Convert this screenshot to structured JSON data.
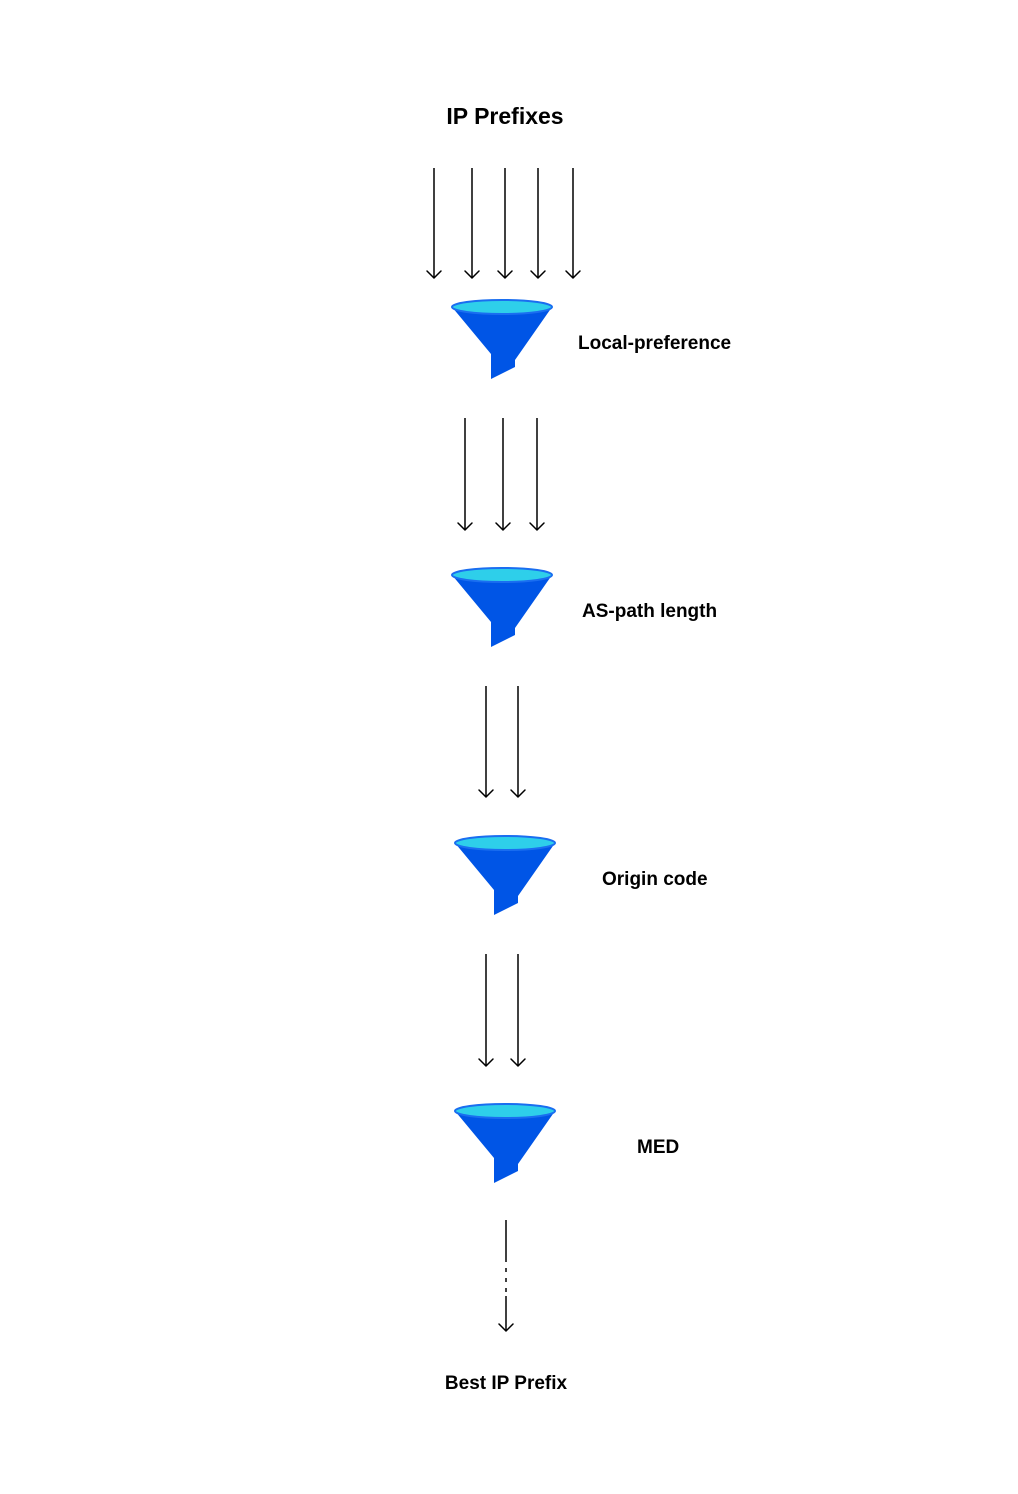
{
  "diagram": {
    "title": "IP Prefixes",
    "stages": [
      {
        "label": "Local-preference",
        "incoming_arrows": 5
      },
      {
        "label": "AS-path length",
        "incoming_arrows": 3
      },
      {
        "label": "Origin code",
        "incoming_arrows": 2
      },
      {
        "label": "MED",
        "incoming_arrows": 2
      }
    ],
    "final_connector": "dashed-arrow",
    "result": "Best IP Prefix"
  },
  "icons": {
    "stage_icon": "funnel-icon",
    "connector_icon": "down-arrow-icon"
  },
  "colors": {
    "funnel_body": "#0055E6",
    "funnel_rim": "#2ECFEA",
    "funnel_rim_edge": "#1A6EF0",
    "arrow": "#000000",
    "text": "#000000",
    "background": "#FFFFFF"
  }
}
